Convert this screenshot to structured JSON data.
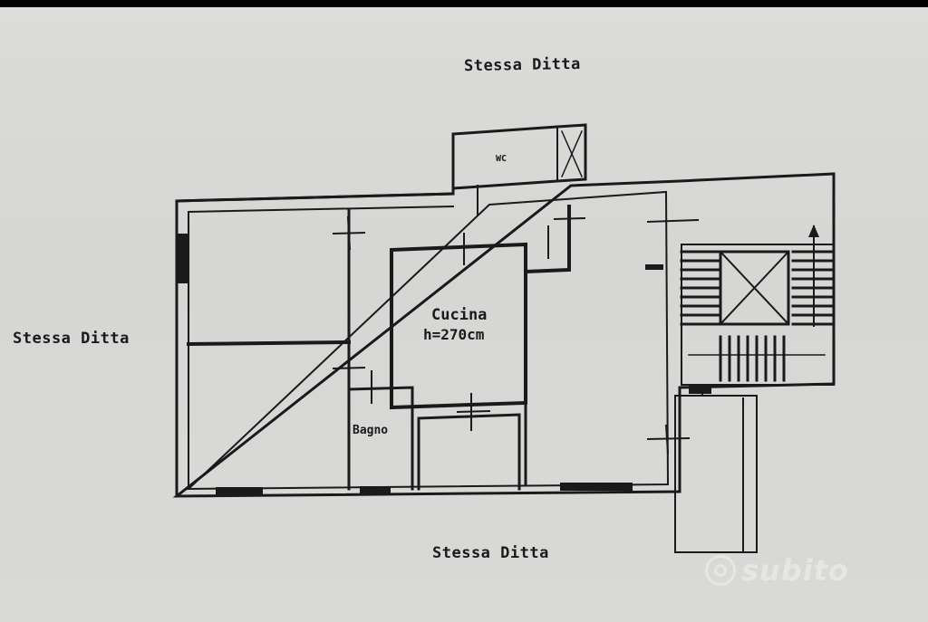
{
  "labels": {
    "top": "Stessa Ditta",
    "left": "Stessa Ditta",
    "bottom": "Stessa Ditta"
  },
  "rooms": {
    "cucina": "Cucina",
    "cucina_height": "h=270cm",
    "bagno": "Bagno",
    "wc": "WC"
  },
  "watermark": {
    "text": "subito",
    "icon": "subito-logo-icon"
  },
  "colors": {
    "paper": "#d9d9d7",
    "ink": "#1a1a1a"
  }
}
